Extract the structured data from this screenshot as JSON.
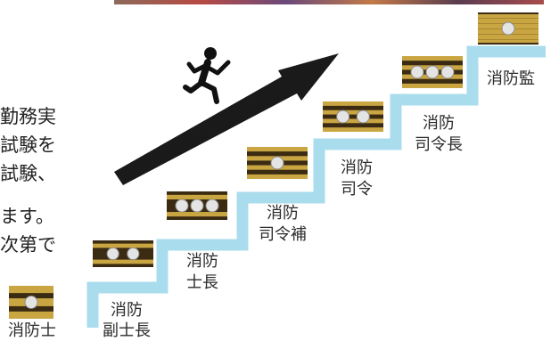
{
  "intro_text_fragments": [
    "勤務実",
    "試験を",
    "試験、",
    "ます。",
    "次第で"
  ],
  "ranks": [
    {
      "lines": [
        "消防士"
      ],
      "stars": 1,
      "stripes": "three"
    },
    {
      "lines": [
        "消防",
        "副士長"
      ],
      "stars": 2,
      "stripes": "two"
    },
    {
      "lines": [
        "消防",
        "士長"
      ],
      "stars": 3,
      "stripes": "two"
    },
    {
      "lines": [
        "消防",
        "司令補"
      ],
      "stars": 1,
      "stripes": "many"
    },
    {
      "lines": [
        "消防",
        "司令"
      ],
      "stars": 2,
      "stripes": "many"
    },
    {
      "lines": [
        "消防",
        "司令長"
      ],
      "stars": 3,
      "stripes": "many"
    },
    {
      "lines": [
        "消防監"
      ],
      "stars": 1,
      "stripes": "gold"
    }
  ],
  "colors": {
    "staircase": "#a9dcec",
    "arrow": "#1a1a1a",
    "runner": "#111111",
    "insignia_gold": "#c9a642",
    "insignia_dark": "#3a2b12",
    "star": "#e4e4e4"
  },
  "icons": [
    "runner-icon",
    "upward-arrow-icon",
    "insignia-icon"
  ]
}
